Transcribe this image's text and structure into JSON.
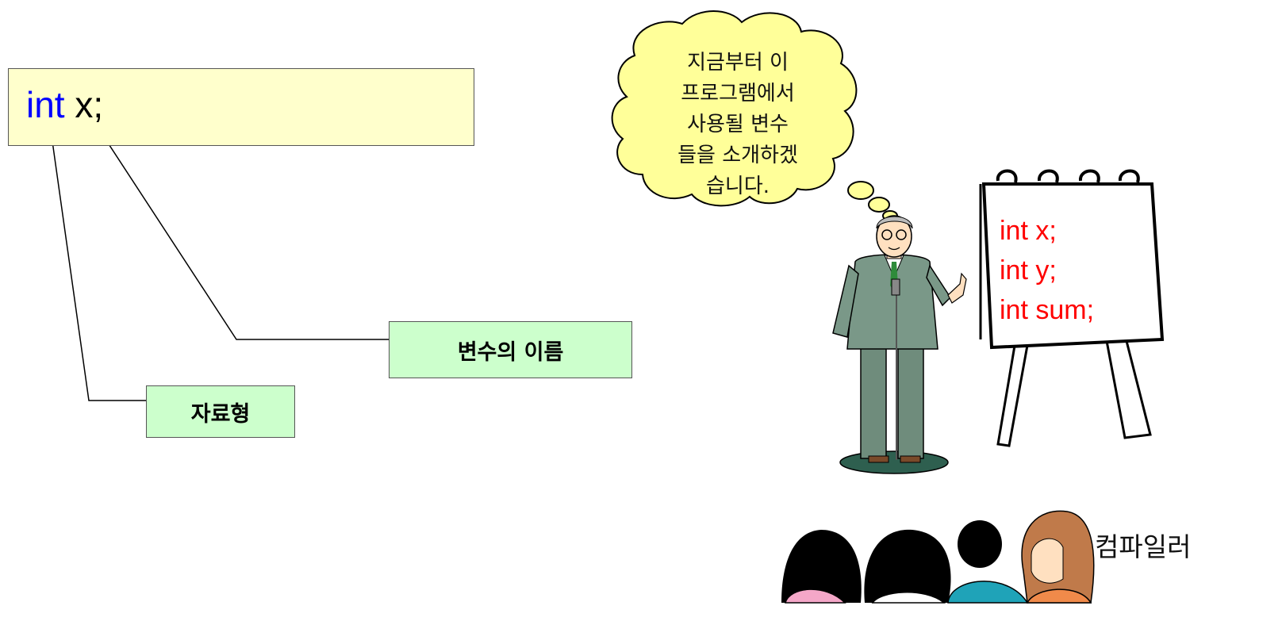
{
  "code": {
    "keyword": "int",
    "variable": "x;"
  },
  "labels": {
    "variable_name": "변수의 이름",
    "data_type": "자료형"
  },
  "speech_bubble": {
    "lines": [
      "지금부터 이",
      "프로그램에서",
      "사용될 변수",
      "들을 소개하겠",
      "습니다."
    ]
  },
  "board": {
    "lines": [
      "int x;",
      "int y;",
      "int sum;"
    ]
  },
  "audience": {
    "label": "컴파일러"
  },
  "colors": {
    "code_box_fill": "#ffffcc",
    "label_fill": "#ccffcc",
    "keyword_color": "#0000ff",
    "board_text_color": "#ff0000",
    "bubble_fill": "#ffff99"
  }
}
